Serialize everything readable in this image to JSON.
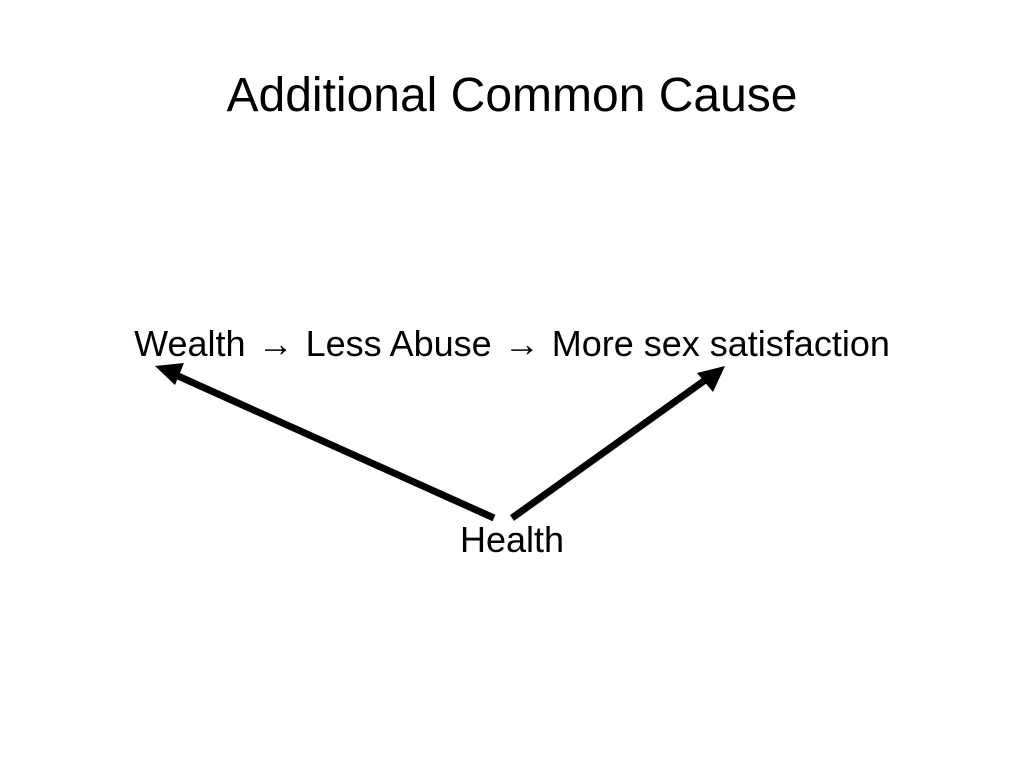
{
  "slide": {
    "title": "Additional Common Cause",
    "chain": {
      "nodes": [
        "Wealth",
        "Less Abuse",
        "More sex satisfaction"
      ],
      "arrow_glyph": "→"
    },
    "common_cause": "Health",
    "edges": [
      {
        "from": "Health",
        "to": "Wealth"
      },
      {
        "from": "Health",
        "to": "More sex satisfaction"
      }
    ],
    "colors": {
      "background": "#ffffff",
      "text": "#000000",
      "arrow": "#000000"
    }
  }
}
